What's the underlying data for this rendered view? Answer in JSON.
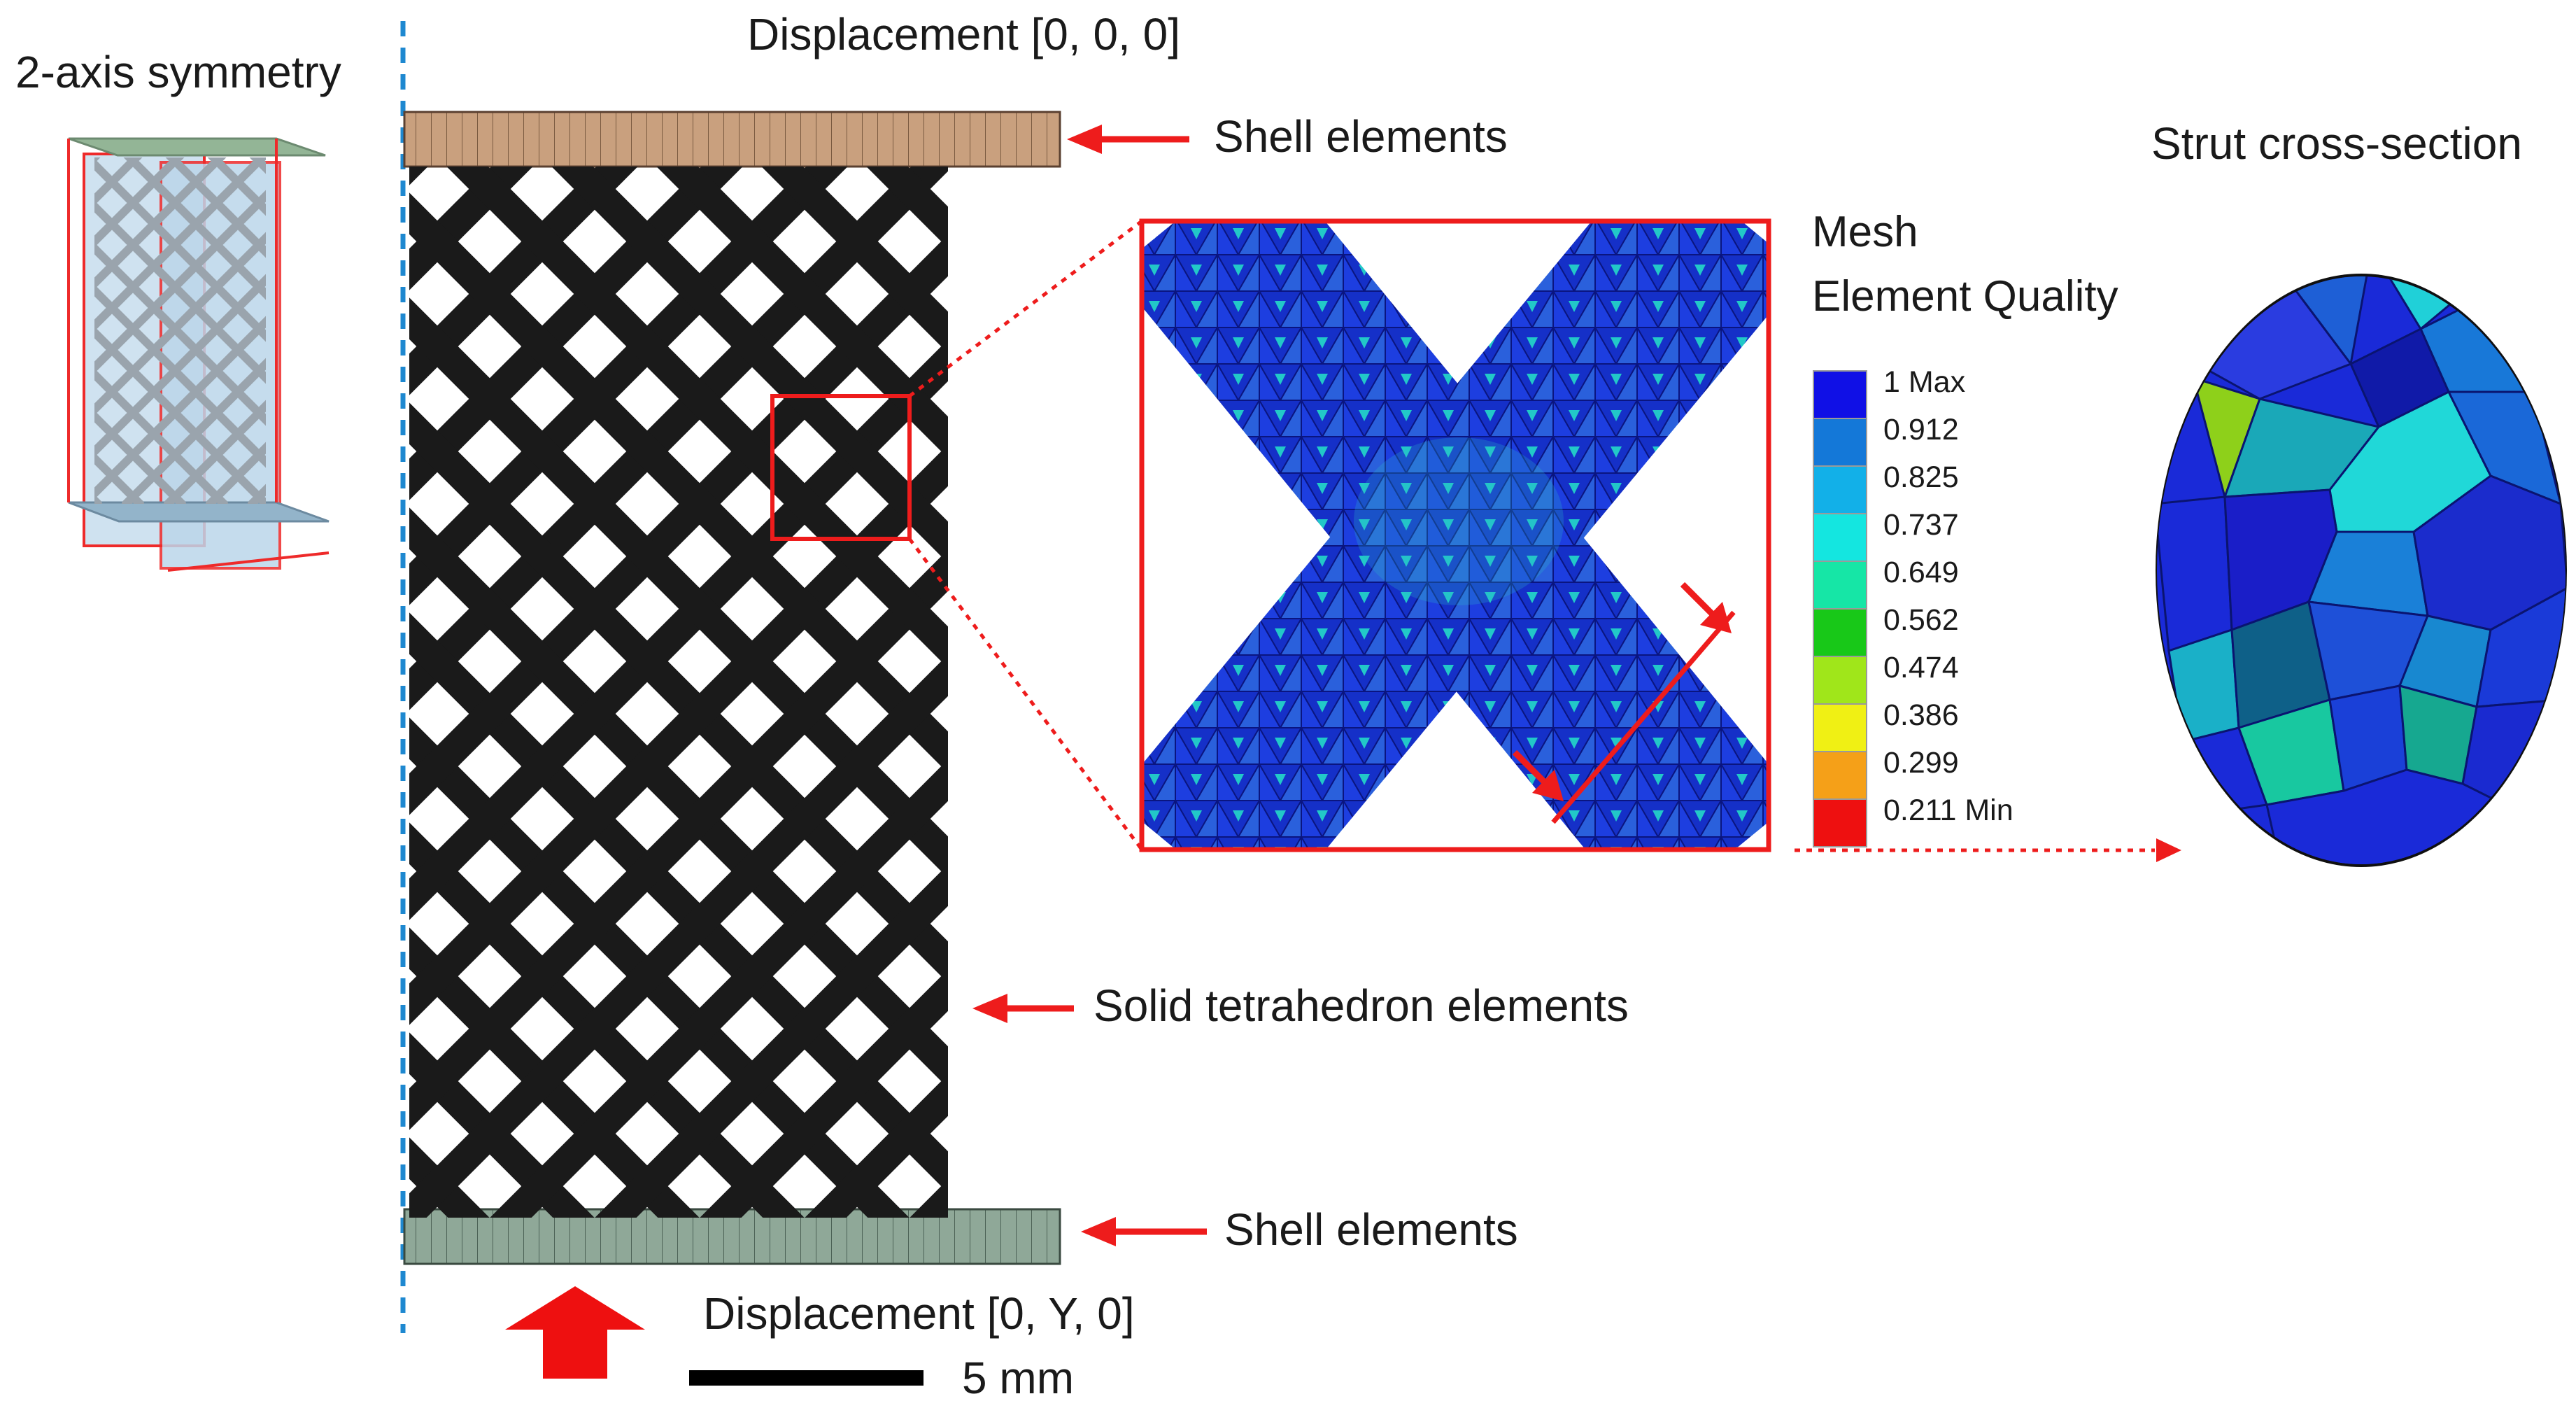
{
  "labels": {
    "symmetry": "2-axis symmetry",
    "top_displacement": "Displacement [0, 0, 0]",
    "bottom_displacement": "Displacement [0, Y, 0]",
    "shell_top": "Shell elements",
    "shell_bottom": "Shell elements",
    "solid": "Solid tetrahedron elements",
    "cross_section": "Strut cross-section",
    "scale": "5 mm"
  },
  "legend": {
    "title_line1": "Mesh",
    "title_line2": "Element Quality",
    "entries": [
      {
        "label": "1 Max",
        "color": "#1010e6"
      },
      {
        "label": "0.912",
        "color": "#1478d8"
      },
      {
        "label": "0.825",
        "color": "#12b0e8"
      },
      {
        "label": "0.737",
        "color": "#14e6e0"
      },
      {
        "label": "0.649",
        "color": "#16e6a6"
      },
      {
        "label": "0.562",
        "color": "#18c818"
      },
      {
        "label": "0.474",
        "color": "#a0e61a"
      },
      {
        "label": "0.386",
        "color": "#f0f014"
      },
      {
        "label": "0.299",
        "color": "#f5a018"
      },
      {
        "label": "0.211 Min",
        "color": "#ee1010"
      }
    ]
  },
  "colors": {
    "annotation_red": "#ee1c1c",
    "symmetry_line": "#1e88d0",
    "shell_top": "#c9a07e",
    "shell_bottom": "#8fa898",
    "lattice": "#1a1a1a"
  }
}
